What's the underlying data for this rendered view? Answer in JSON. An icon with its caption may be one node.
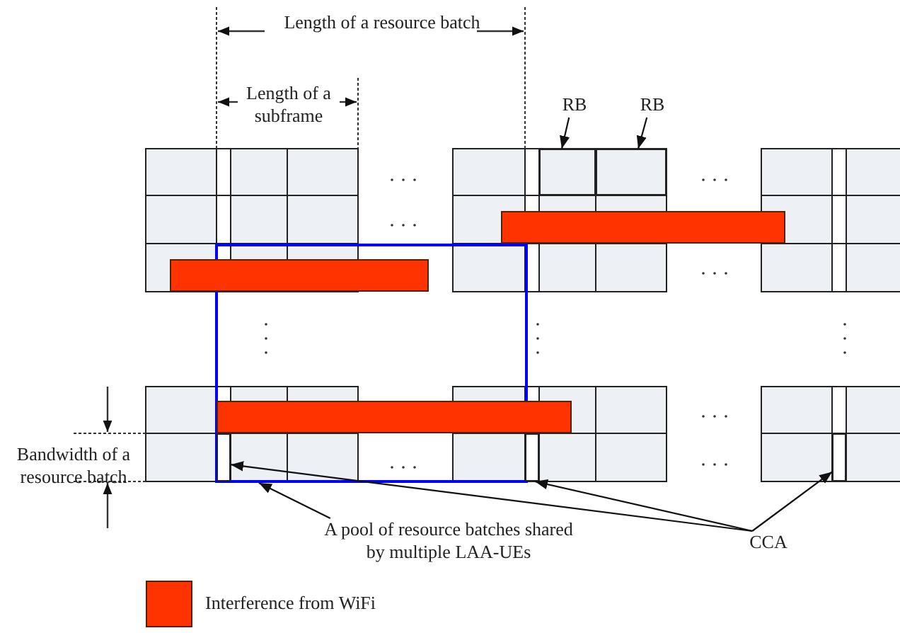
{
  "diagram": {
    "nodes": [
      {
        "text": [
          "RB"
        ]
      },
      {
        "text": [],
        "shape": "box"
      },
      {
        "text": [
          "RB"
        ]
      },
      {
        "text": [],
        "shape": "box"
      },
      {
        "text": [
          "A pool of resource batches shared by multiple LAA-UEs"
        ]
      },
      {
        "text": [],
        "shape": "box"
      },
      {
        "text": [
          "CCA"
        ]
      },
      {
        "text": [],
        "shape": "box",
        "in": 5
      },
      {
        "text": [],
        "shape": "box"
      },
      {
        "text": [],
        "shape": "box"
      },
      {
        "text": [],
        "shape": "bar"
      },
      {
        "text": [],
        "shape": "bar"
      },
      {
        "text": [],
        "shape": "bar"
      }
    ],
    "edges": [
      {
        "from": 0,
        "to": 1,
        "arrow": "to"
      },
      {
        "from": 2,
        "to": 3,
        "arrow": "to"
      },
      {
        "from": 4,
        "to": 5,
        "arrow": "to"
      },
      {
        "from": 6,
        "to": 7,
        "arrow": "to"
      },
      {
        "from": 6,
        "to": 8,
        "arrow": "to"
      },
      {
        "from": 6,
        "to": 9,
        "arrow": "to"
      }
    ],
    "labels": [
      "Length of a resource batch",
      "Length of a subframe",
      "Bandwidth of a resource batch"
    ],
    "legend": [
      {
        "text": "Interference from WiFi",
        "color": "#ff3300"
      }
    ]
  }
}
